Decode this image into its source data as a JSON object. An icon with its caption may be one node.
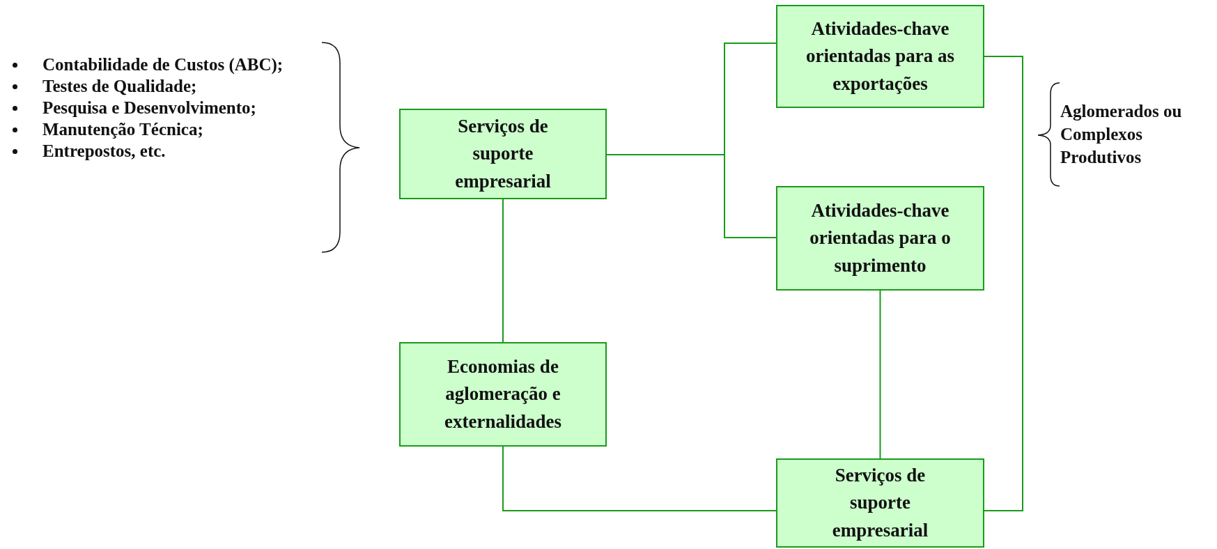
{
  "diagram": {
    "nodes": [
      {
        "text": [
          "Serviços de suporte empresarial"
        ]
      },
      {
        "text": [
          "Atividades-chave orientadas para as exportações"
        ]
      },
      {
        "text": [
          "Atividades-chave orientadas para o suprimento"
        ]
      },
      {
        "text": [
          "Economias de aglomeração e externalidades"
        ]
      },
      {
        "text": [
          "Serviços de suporte empresarial"
        ]
      }
    ],
    "edges": [
      {
        "from": 0,
        "to": 1,
        "arrow": "none"
      },
      {
        "from": 0,
        "to": 2,
        "arrow": "none"
      },
      {
        "from": 0,
        "to": 3,
        "arrow": "none"
      },
      {
        "from": 3,
        "to": 4,
        "arrow": "none"
      },
      {
        "from": 2,
        "to": 4,
        "arrow": "none"
      },
      {
        "from": 1,
        "to": 4,
        "arrow": "none"
      }
    ],
    "labels": [
      "Contabilidade de Custos (ABC);",
      "Testes de Qualidade;",
      "Pesquisa e Desenvolvimento;",
      "Manutenção Técnica;",
      "Entrepostos, etc.",
      "Aglomerados ou Complexos Produtivos"
    ]
  }
}
